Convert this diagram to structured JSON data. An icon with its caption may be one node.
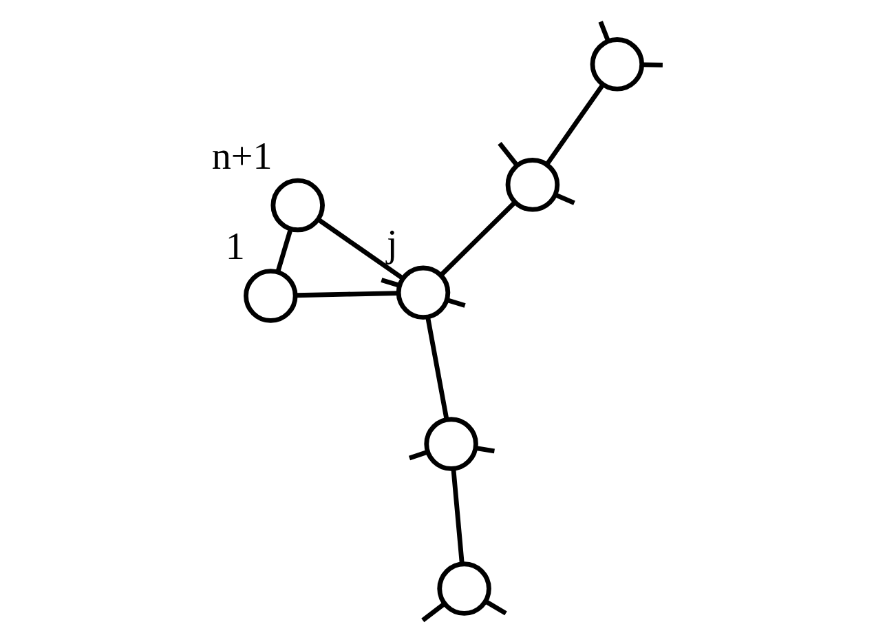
{
  "diagram": {
    "nodes": [
      {
        "text": [],
        "shape": "circle"
      },
      {
        "text": [],
        "shape": "circle",
        "beside": [
          "n+1"
        ]
      },
      {
        "text": [],
        "shape": "circle"
      },
      {
        "text": [],
        "shape": "circle",
        "beside": [
          "1"
        ]
      },
      {
        "text": [],
        "shape": "circle"
      },
      {
        "text": [],
        "shape": "circle",
        "beside": [
          "j"
        ]
      },
      {
        "text": [],
        "shape": "circle"
      }
    ],
    "edges": [
      {
        "from": 3,
        "to": 1,
        "arrow": "none"
      },
      {
        "from": 3,
        "to": 5,
        "arrow": "none"
      },
      {
        "from": 1,
        "to": 5,
        "arrow": "none"
      },
      {
        "from": 5,
        "to": 4,
        "arrow": "none"
      },
      {
        "from": 4,
        "to": 0,
        "arrow": "none"
      },
      {
        "from": 5,
        "to": 6,
        "arrow": "none"
      },
      {
        "from": 6,
        "to": 2,
        "arrow": "none"
      },
      {
        "from": 0,
        "to": null,
        "arrow": "none"
      },
      {
        "from": 0,
        "to": null,
        "arrow": "none"
      },
      {
        "from": 4,
        "to": null,
        "arrow": "none"
      },
      {
        "from": 4,
        "to": null,
        "arrow": "none"
      },
      {
        "from": 2,
        "to": null,
        "arrow": "none"
      },
      {
        "from": 2,
        "to": null,
        "arrow": "none"
      },
      {
        "from": 5,
        "to": null,
        "arrow": "none"
      },
      {
        "from": 5,
        "to": null,
        "arrow": "none"
      },
      {
        "from": 6,
        "to": null,
        "arrow": "none"
      },
      {
        "from": 6,
        "to": null,
        "arrow": "none"
      }
    ]
  }
}
